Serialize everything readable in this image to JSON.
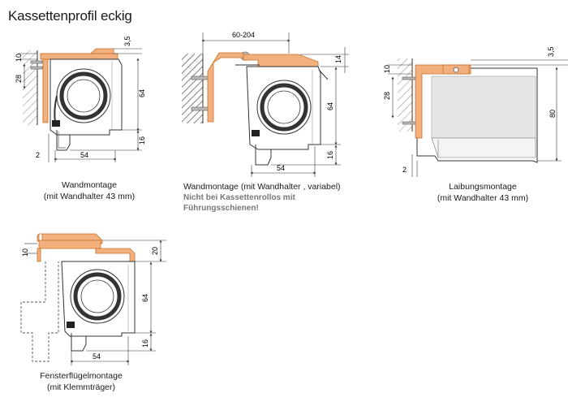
{
  "title": "Kassettenprofil eckig",
  "colors": {
    "bracket": "#f2b07e",
    "bracket_stroke": "#c9702a",
    "line": "#333333",
    "hatch": "#444444",
    "fabric": "#e6e6e6",
    "note": "#777777"
  },
  "panels": [
    {
      "id": "wall",
      "caption": [
        "Wandmontage",
        "(mit Wandhalter   43 mm)"
      ],
      "dims": {
        "top_gap": "3,5",
        "bracket": "10",
        "wall": "28",
        "height": "64",
        "bottom": "16",
        "width": "54",
        "offset": "2"
      }
    },
    {
      "id": "wall-variable",
      "caption": [
        "Wandmontage  (mit Wandhalter , variabel)"
      ],
      "note": [
        "Nicht bei Kassettenrollos mit",
        "Führungsschienen!"
      ],
      "dims": {
        "span": "60-204",
        "top": "14",
        "height": "64",
        "bottom": "16",
        "width": "54"
      }
    },
    {
      "id": "reveal",
      "caption": [
        "Laibungsmontage",
        "(mit Wandhalter   43 mm)"
      ],
      "dims": {
        "top_gap": "3,5",
        "bracket": "10",
        "wall": "28",
        "height": "80",
        "offset": "2"
      }
    },
    {
      "id": "sash",
      "caption": [
        "Fensterflügelmontage",
        "(mit Klemmträger)"
      ],
      "dims": {
        "bracket": "10",
        "top": "20",
        "height": "64",
        "bottom": "16",
        "width": "54"
      }
    }
  ]
}
